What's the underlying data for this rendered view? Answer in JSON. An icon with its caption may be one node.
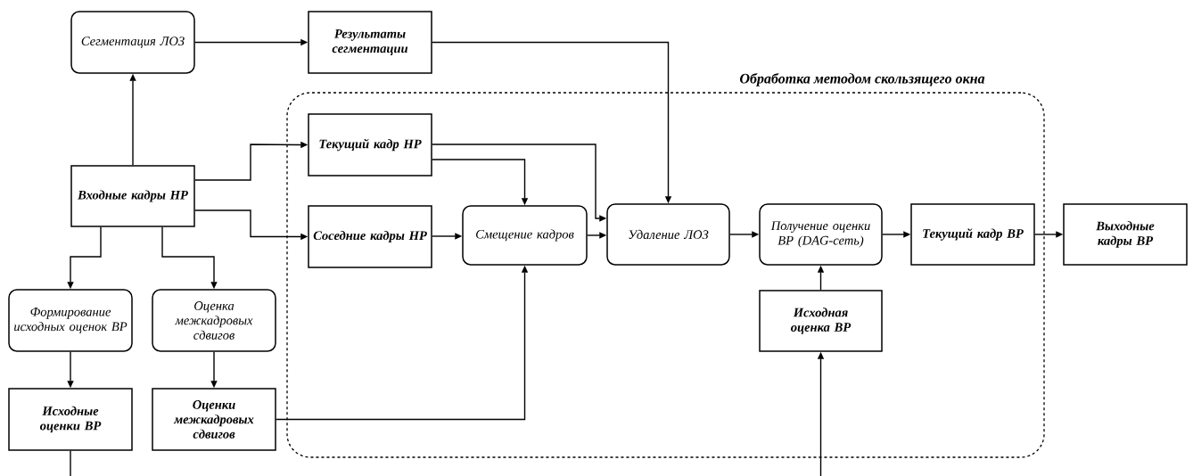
{
  "diagram": {
    "nodes": [
      {
        "text": [
          "Сегментация ЛОЗ"
        ]
      },
      {
        "text": [
          "Результаты сегментации"
        ]
      },
      {
        "text": [
          "Обработка методом скользящего окна"
        ]
      },
      {
        "text": [
          "Текущий кадр НР"
        ],
        "in": 2
      },
      {
        "text": [
          "Входные кадры НР"
        ]
      },
      {
        "text": [
          "Соседние кадры НР"
        ],
        "in": 2
      },
      {
        "text": [
          "Смещение кадров"
        ],
        "in": 2
      },
      {
        "text": [
          "Удаление ЛОЗ"
        ],
        "in": 2
      },
      {
        "text": [
          "Получение оценки ВР (DAG-сеть)"
        ],
        "in": 2
      },
      {
        "text": [
          "Текущий кадр ВР"
        ],
        "in": 2
      },
      {
        "text": [
          "Выходные кадры ВР"
        ]
      },
      {
        "text": [
          "Исходная оценка ВР"
        ],
        "in": 2
      },
      {
        "text": [
          "Формирование исходных оценок ВР"
        ]
      },
      {
        "text": [
          "Оценка межкадровых сдвигов"
        ]
      },
      {
        "text": [
          "Исходные оценки ВР"
        ]
      },
      {
        "text": [
          "Оценки межкадровых сдвигов"
        ]
      }
    ],
    "edges": [
      {
        "from": 0,
        "to": 1,
        "arrow": "to"
      },
      {
        "from": 4,
        "to": 0,
        "arrow": "to"
      },
      {
        "from": 4,
        "to": 3,
        "arrow": "to"
      },
      {
        "from": 4,
        "to": 5,
        "arrow": "to"
      },
      {
        "from": 4,
        "to": 12,
        "arrow": "to"
      },
      {
        "from": 4,
        "to": 13,
        "arrow": "to"
      },
      {
        "from": 12,
        "to": 14,
        "arrow": "to"
      },
      {
        "from": 13,
        "to": 15,
        "arrow": "to"
      },
      {
        "from": 15,
        "to": 6,
        "arrow": "to"
      },
      {
        "from": 3,
        "to": 6,
        "arrow": "to"
      },
      {
        "from": 3,
        "to": 7,
        "arrow": "to"
      },
      {
        "from": 5,
        "to": 6,
        "arrow": "to"
      },
      {
        "from": 6,
        "to": 7,
        "arrow": "to"
      },
      {
        "from": 1,
        "to": 7,
        "arrow": "to"
      },
      {
        "from": 7,
        "to": 8,
        "arrow": "to"
      },
      {
        "from": 8,
        "to": 9,
        "arrow": "to"
      },
      {
        "from": 9,
        "to": 10,
        "arrow": "to"
      },
      {
        "from": 11,
        "to": 8,
        "arrow": "to"
      },
      {
        "from": null,
        "to": 11,
        "arrow": "to"
      },
      {
        "from": 14,
        "to": null,
        "arrow": "none"
      }
    ]
  }
}
